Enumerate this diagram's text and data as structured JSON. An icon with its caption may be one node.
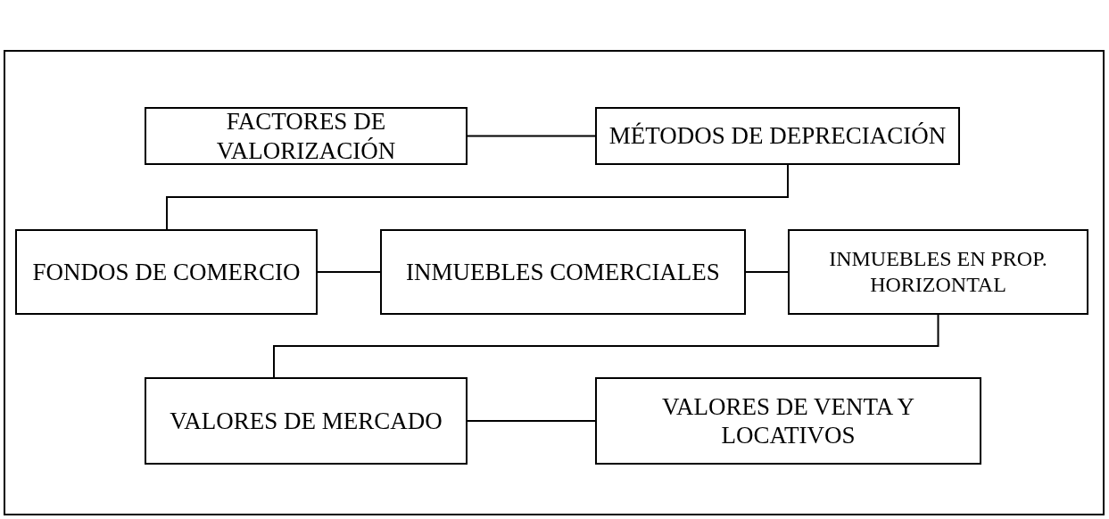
{
  "diagram": {
    "nodes": [
      {
        "text": [
          "FACTORES DE VALORIZACIÓN"
        ]
      },
      {
        "text": [
          "MÉTODOS DE DEPRECIACIÓN"
        ]
      },
      {
        "text": [
          "FONDOS DE COMERCIO"
        ]
      },
      {
        "text": [
          "INMUEBLES COMERCIALES"
        ]
      },
      {
        "text": [
          "INMUEBLES EN PROP. HORIZONTAL"
        ]
      },
      {
        "text": [
          "VALORES DE MERCADO"
        ]
      },
      {
        "text": [
          "VALORES DE VENTA Y LOCATIVOS"
        ]
      }
    ],
    "edges": [
      {
        "from": 0,
        "to": 1,
        "arrow": "none"
      },
      {
        "from": 1,
        "to": 2,
        "arrow": "none"
      },
      {
        "from": 2,
        "to": 3,
        "arrow": "none"
      },
      {
        "from": 3,
        "to": 4,
        "arrow": "none"
      },
      {
        "from": 4,
        "to": 5,
        "arrow": "none"
      },
      {
        "from": 5,
        "to": 6,
        "arrow": "none"
      }
    ]
  }
}
